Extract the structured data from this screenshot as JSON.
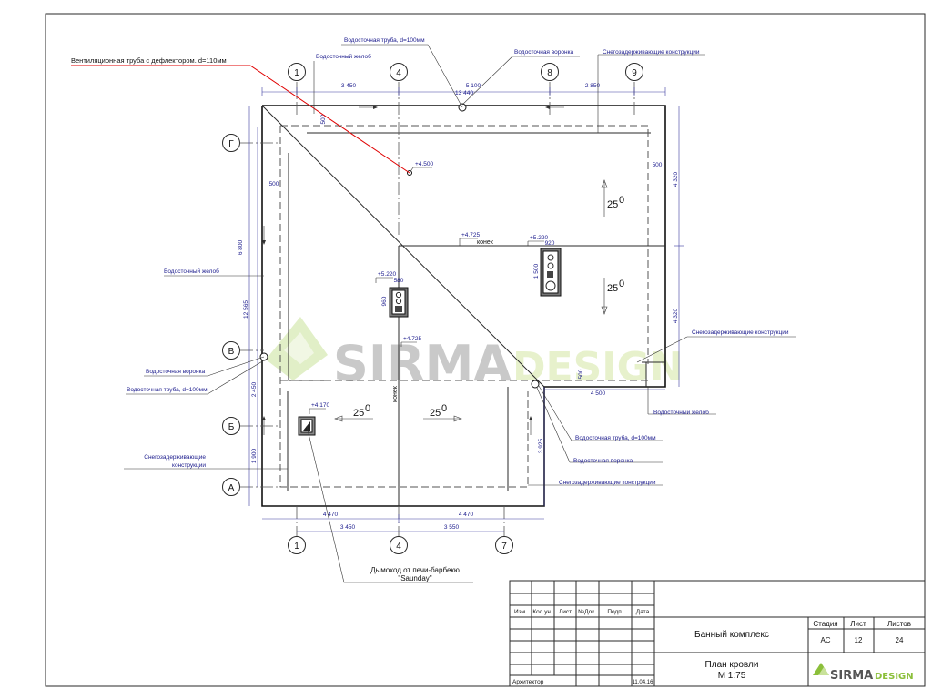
{
  "annotations": {
    "vent_pipe": "Вентиляционная труба с дефлектором. d=110мм",
    "drain_pipe_top": "Водосточная труба, d=100мм",
    "gutter_top": "Водосточный желоб",
    "funnel_top": "Водосточная воронка",
    "snow_top": "Снегозадерживающие конструкции",
    "gutter_left": "Водосточный желоб",
    "funnel_left": "Водосточная воронка",
    "drain_pipe_left": "Водосточная труба, d=100мм",
    "snow_left_1": "Снегозадерживающие",
    "snow_left_2": "конструкции",
    "snow_right": "Снегозадерживающие конструкции",
    "gutter_right": "Водосточный желоб",
    "drain_pipe_right": "Водосточная труба, d=100мм",
    "funnel_right": "Водосточная воронка",
    "snow_bottom_right": "Снегозадерживающие конструкции",
    "chimney_1": "Дымоход от печи-барбекю",
    "chimney_2": "\"Saunday\""
  },
  "axes": {
    "top": [
      "1",
      "4",
      "8",
      "9"
    ],
    "bottom": [
      "1",
      "4",
      "7"
    ],
    "left": [
      "Г",
      "В",
      "Б",
      "А"
    ]
  },
  "dimensions": {
    "top_a": "3 450",
    "top_b": "5 100",
    "top_c": "2 850",
    "top_total": "13 440",
    "left_total": "12 565",
    "left_a": "6 800",
    "left_b": "2 450",
    "left_c": "1 900",
    "right_a": "4 320",
    "right_b": "4 320",
    "bottom_a": "4 470",
    "bottom_b": "4 470",
    "bottom_ax1": "3 450",
    "bottom_ax2": "3 550",
    "right_mid": "4 500",
    "right_low": "3 925",
    "d500_a": "500",
    "d500_b": "500",
    "d500_c": "500",
    "d500_d": "500",
    "d920": "920",
    "d1500": "1 500",
    "d580": "580",
    "d960": "960"
  },
  "levels": {
    "l4500": "+4.500",
    "l4725a": "+4.725",
    "l5220a": "+5.220",
    "l5220b": "+5.220",
    "l4725b": "+4.725",
    "l4170": "+4.170"
  },
  "labels": {
    "ridge_h": "конек",
    "ridge_v": "конек",
    "slope_1": "25",
    "slope_2": "25",
    "slope_3": "25",
    "slope_4": "25",
    "deg": "0"
  },
  "title_block": {
    "headers": [
      "Изм.",
      "Кол.уч.",
      "Лист",
      "№Док.",
      "Подп.",
      "Дата"
    ],
    "role": "Архитектор",
    "date": "11.04.16",
    "project": "Банный комплекс",
    "sheet_title_1": "План кровли",
    "sheet_title_2": "М 1:75",
    "stage_h": "Стадия",
    "sheet_h": "Лист",
    "sheets_h": "Листов",
    "stage": "АС",
    "sheet": "12",
    "sheets": "24",
    "logo_a": "SIRMA",
    "logo_b": "DESIGN"
  },
  "watermark": {
    "a": "SIRMA",
    "b": "DESIGN"
  },
  "colors": {
    "accent_green": "#b8d87a",
    "dim_blue": "#1a1a8c",
    "red": "#e00000"
  }
}
